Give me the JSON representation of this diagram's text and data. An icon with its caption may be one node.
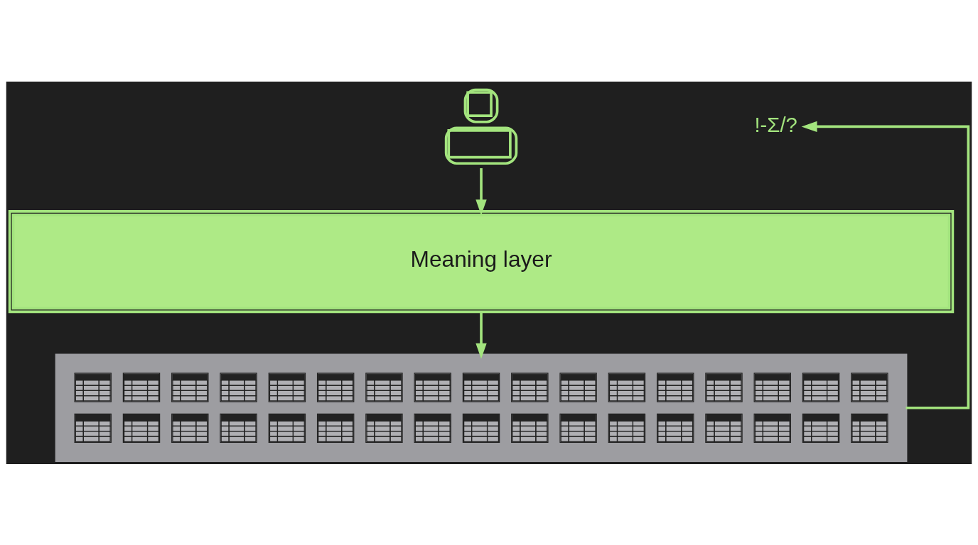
{
  "diagram": {
    "nodes": [
      {
        "text": [],
        "shape": "person"
      },
      {
        "text": [
          "!-Σ/?"
        ]
      },
      {
        "text": [
          "Meaning layer"
        ]
      },
      {
        "text": [],
        "shape": "box"
      }
    ],
    "edges": [
      {
        "from": 0,
        "to": 2,
        "arrow": "to"
      },
      {
        "from": 2,
        "to": 3,
        "arrow": "to"
      },
      {
        "from": 3,
        "to": 1,
        "arrow": "to"
      }
    ]
  }
}
